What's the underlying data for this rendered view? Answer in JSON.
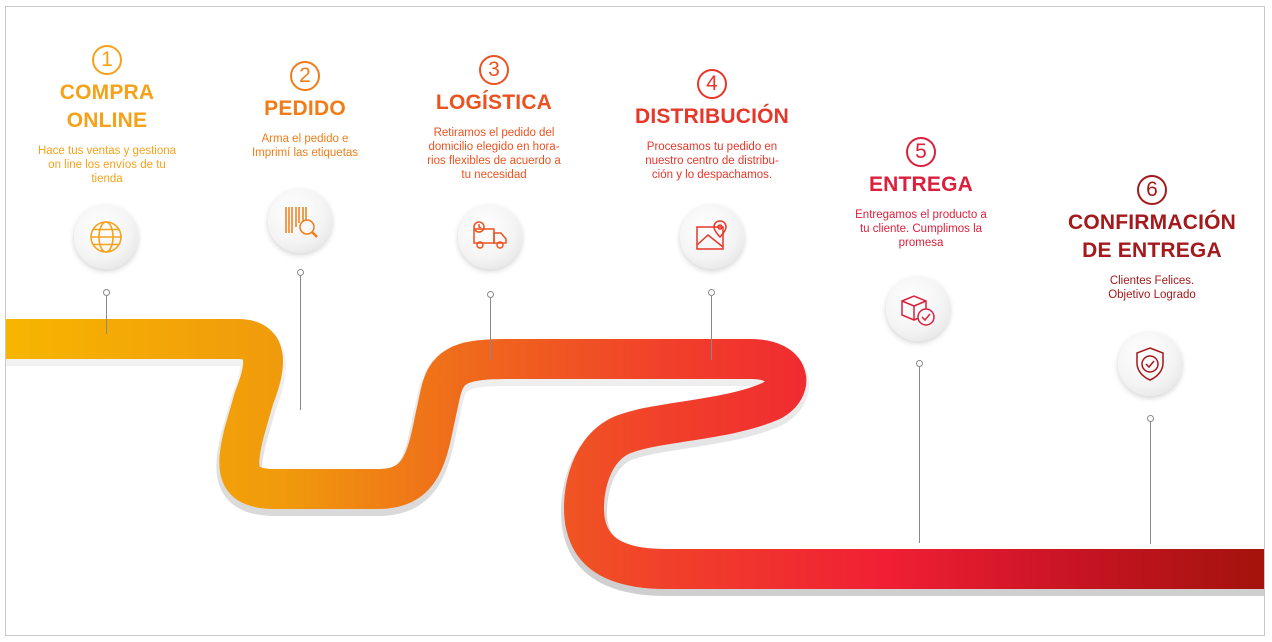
{
  "colors": {
    "step1": "#f5a21b",
    "step2": "#ef7d1a",
    "step3": "#ea5320",
    "step4": "#e6372a",
    "step5": "#dc1f3c",
    "step6": "#a3191c"
  },
  "steps": [
    {
      "number": "1",
      "title_line1": "COMPRA",
      "title_line2": "ONLINE",
      "desc_line1": "Hace tus ventas y gestiona",
      "desc_line2": "on line los envíos de tu",
      "desc_line3": "tienda",
      "icon": "globe-icon"
    },
    {
      "number": "2",
      "title_line1": "PEDIDO",
      "desc_line1": "Arma el pedido e",
      "desc_line2": "Imprimí las etiquetas",
      "icon": "barcode-search-icon"
    },
    {
      "number": "3",
      "title_line1": "LOGÍSTICA",
      "desc_line1": "Retiramos el pedido del",
      "desc_line2": "domicilio elegido en hora-",
      "desc_line3": "rios flexibles de acuerdo a",
      "desc_line4": "tu necesidad",
      "icon": "delivery-truck-icon"
    },
    {
      "number": "4",
      "title_line1": "DISTRIBUCIÓN",
      "desc_line1": "Procesamos tu pedido en",
      "desc_line2": "nuestro centro de distribu-",
      "desc_line3": "ción y lo despachamos.",
      "icon": "map-pin-icon"
    },
    {
      "number": "5",
      "title_line1": "ENTREGA",
      "desc_line1": "Entregamos el producto a",
      "desc_line2": "tu cliente. Cumplimos la",
      "desc_line3": "promesa",
      "icon": "package-check-icon"
    },
    {
      "number": "6",
      "title_line1": "CONFIRMACIÓN",
      "title_line2": "DE ENTREGA",
      "desc_line1": "Clientes Felices.",
      "desc_line2": "Objetivo Logrado",
      "icon": "shield-check-icon"
    }
  ]
}
